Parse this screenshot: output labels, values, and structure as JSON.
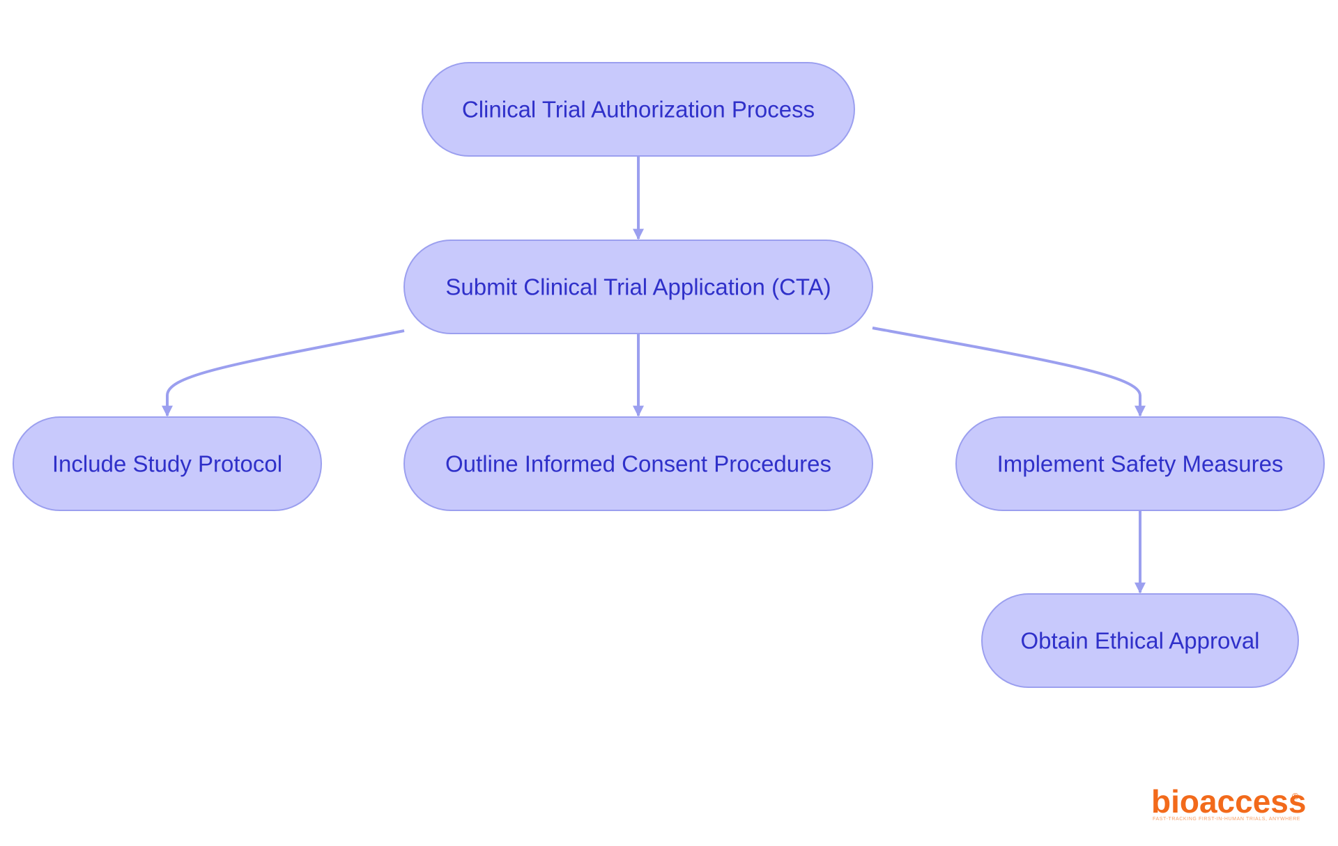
{
  "diagram": {
    "nodes": [
      {
        "id": "root",
        "label": "Clinical Trial Authorization Process"
      },
      {
        "id": "cta",
        "label": "Submit Clinical Trial Application (CTA)"
      },
      {
        "id": "protocol",
        "label": "Include Study Protocol"
      },
      {
        "id": "consent",
        "label": "Outline Informed Consent Procedures"
      },
      {
        "id": "safety",
        "label": "Implement Safety Measures"
      },
      {
        "id": "ethics",
        "label": "Obtain Ethical Approval"
      }
    ],
    "edges": [
      {
        "from": "root",
        "to": "cta"
      },
      {
        "from": "cta",
        "to": "protocol"
      },
      {
        "from": "cta",
        "to": "consent"
      },
      {
        "from": "cta",
        "to": "safety"
      },
      {
        "from": "safety",
        "to": "ethics"
      }
    ]
  },
  "logo": {
    "name": "bioaccess",
    "mark": "®",
    "tagline": "FAST-TRACKING FIRST-IN-HUMAN TRIALS, ANYWHERE"
  },
  "colors": {
    "node_fill": "#c8c9fc",
    "node_border": "#9b9fef",
    "node_text": "#2f30c9",
    "edge": "#9b9fef",
    "logo": "#f26a1b"
  }
}
